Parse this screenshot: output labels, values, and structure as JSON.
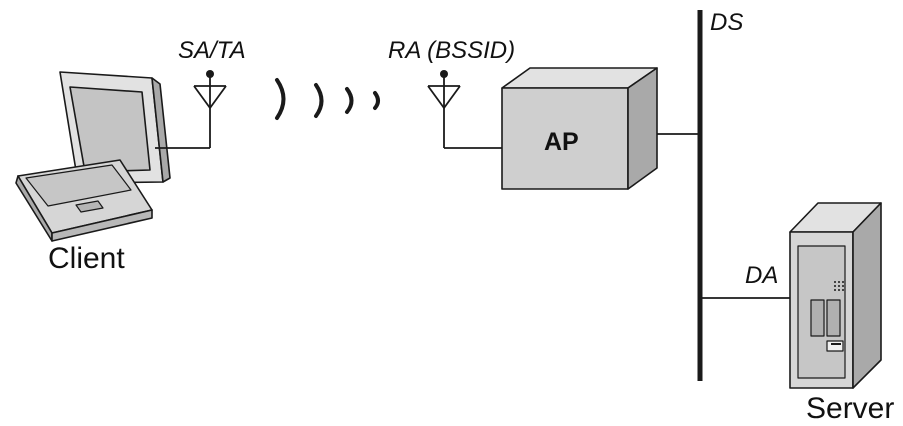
{
  "labels": {
    "client": "Client",
    "server": "Server",
    "ap": "AP",
    "sa_ta": "SA/TA",
    "ra_bssid": "RA (BSSID)",
    "ds": "DS",
    "da": "DA"
  },
  "colors": {
    "stroke": "#1a1a1a",
    "device_light": "#e2e2e2",
    "device_mid": "#cfcfcf",
    "device_dark": "#a9a9a9",
    "screen": "#c4c4c4"
  }
}
